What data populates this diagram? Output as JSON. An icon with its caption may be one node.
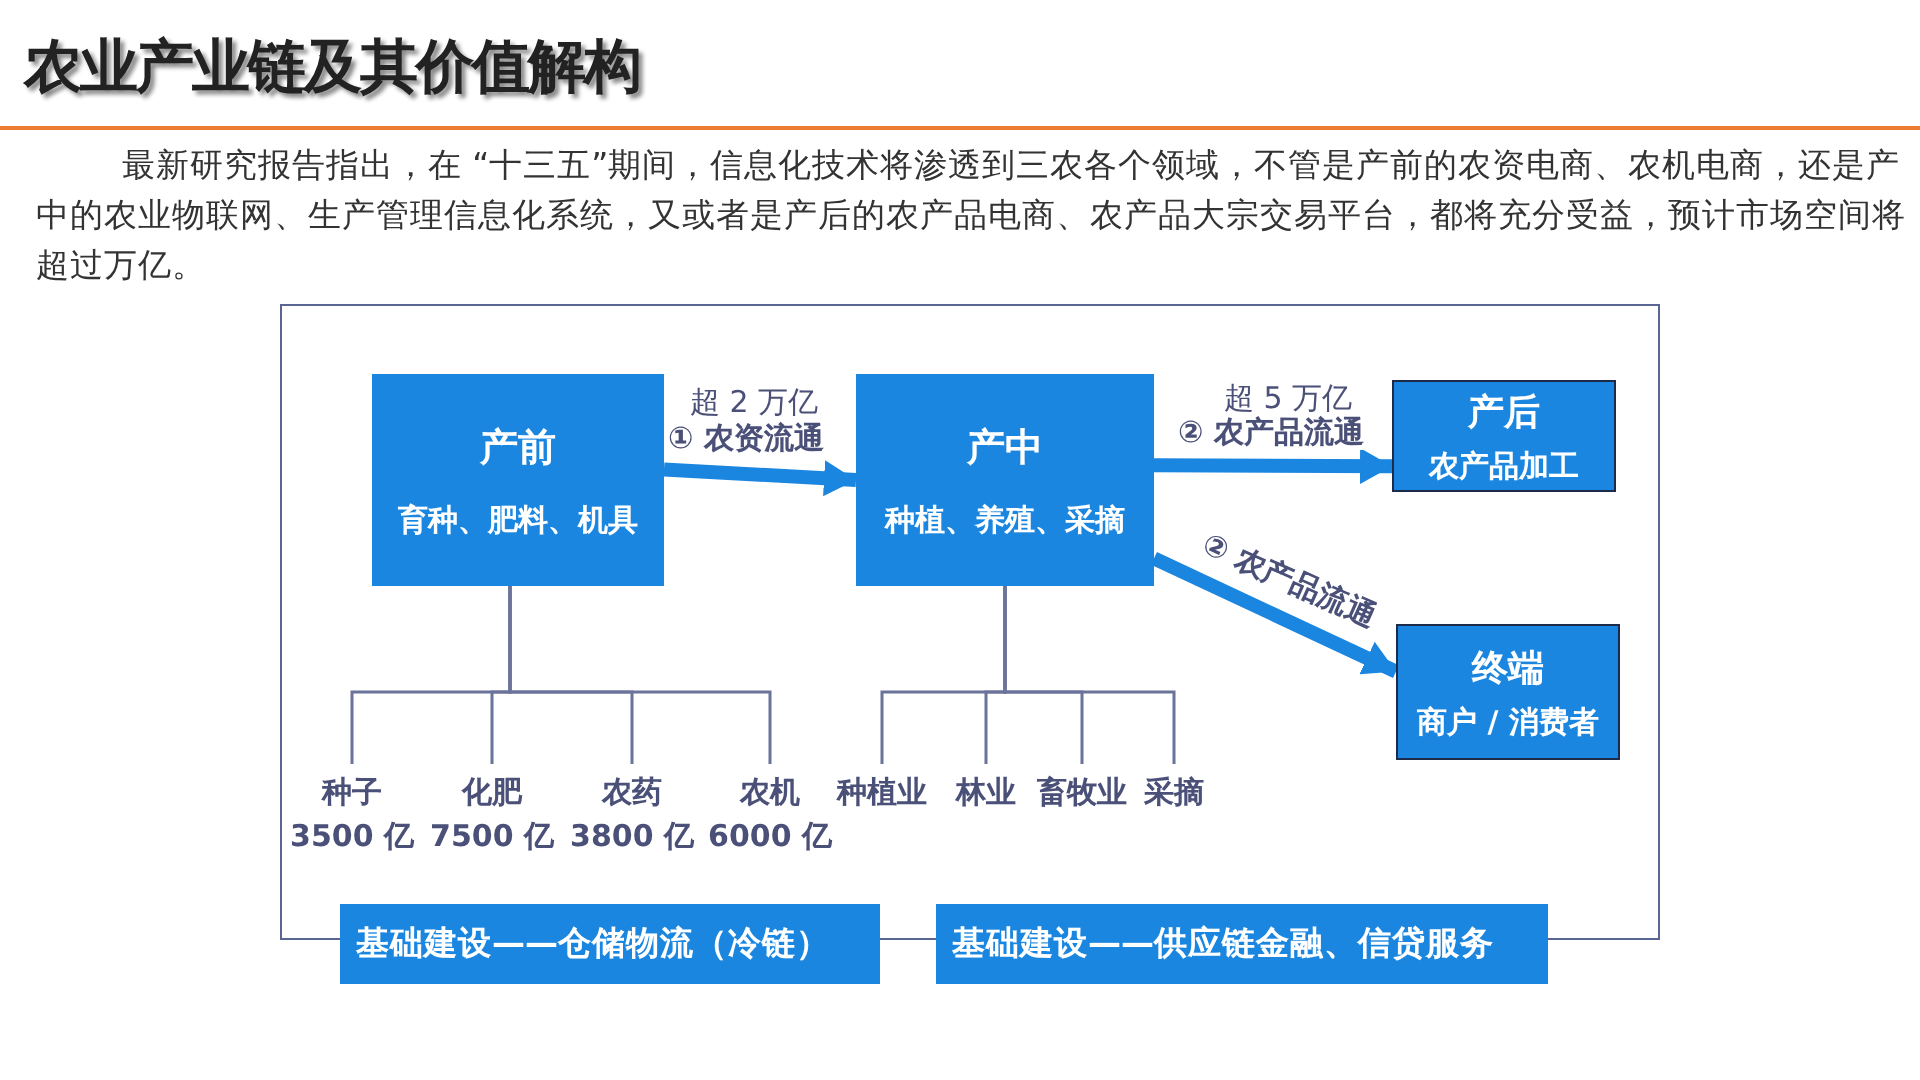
{
  "diagram": {
    "title": "农业产业链及其价值解构",
    "caption": "最新研究报告指出，在 “十三五”期间，信息化技术将渗透到三农各个领域，不管是产前的农资电商、农机电商，还是产中的农业物联网、生产管理信息化系统，又或者是产后的农产品电商、农产品大宗交易平台，都将充分受益，预计市场空间将超过万亿。",
    "nodes": [
      {
        "text": [
          "产前",
          "育种、肥料、机具"
        ]
      },
      {
        "text": [
          "产中",
          "种植、养殖、采摘"
        ]
      },
      {
        "text": [
          "产后",
          "农产品加工"
        ]
      },
      {
        "text": [
          "终端",
          "商户 / 消费者"
        ]
      },
      {
        "text": [
          "种子",
          "3500 亿"
        ]
      },
      {
        "text": [
          "化肥",
          "7500 亿"
        ]
      },
      {
        "text": [
          "农药",
          "3800 亿"
        ]
      },
      {
        "text": [
          "农机",
          "6000 亿"
        ]
      },
      {
        "text": [
          "种植业"
        ]
      },
      {
        "text": [
          "林业"
        ]
      },
      {
        "text": [
          "畜牧业"
        ]
      },
      {
        "text": [
          "采摘"
        ]
      },
      {
        "text": [
          "基础建设——仓储物流（冷链）"
        ]
      },
      {
        "text": [
          "基础建设——供应链金融、信贷服务"
        ]
      }
    ],
    "edges": [
      {
        "from": 0,
        "to": 1,
        "arrow": "to",
        "label": "① 农资流通",
        "style": "thick",
        "color": "#1a86e0"
      },
      {
        "from": 1,
        "to": 2,
        "arrow": "to",
        "label": "② 农产品流通",
        "style": "thick",
        "color": "#1a86e0"
      },
      {
        "from": 1,
        "to": 3,
        "arrow": "to",
        "label": "② 农产品流通",
        "style": "thick",
        "color": "#1a86e0"
      },
      {
        "from": 0,
        "to": 4,
        "arrow": "none"
      },
      {
        "from": 0,
        "to": 5,
        "arrow": "none"
      },
      {
        "from": 0,
        "to": 6,
        "arrow": "none"
      },
      {
        "from": 0,
        "to": 7,
        "arrow": "none"
      },
      {
        "from": 1,
        "to": 8,
        "arrow": "none"
      },
      {
        "from": 1,
        "to": 9,
        "arrow": "none"
      },
      {
        "from": 1,
        "to": 10,
        "arrow": "none"
      },
      {
        "from": 1,
        "to": 11,
        "arrow": "none"
      }
    ],
    "labels": [
      "超 2 万亿",
      "超 5 万亿"
    ]
  }
}
